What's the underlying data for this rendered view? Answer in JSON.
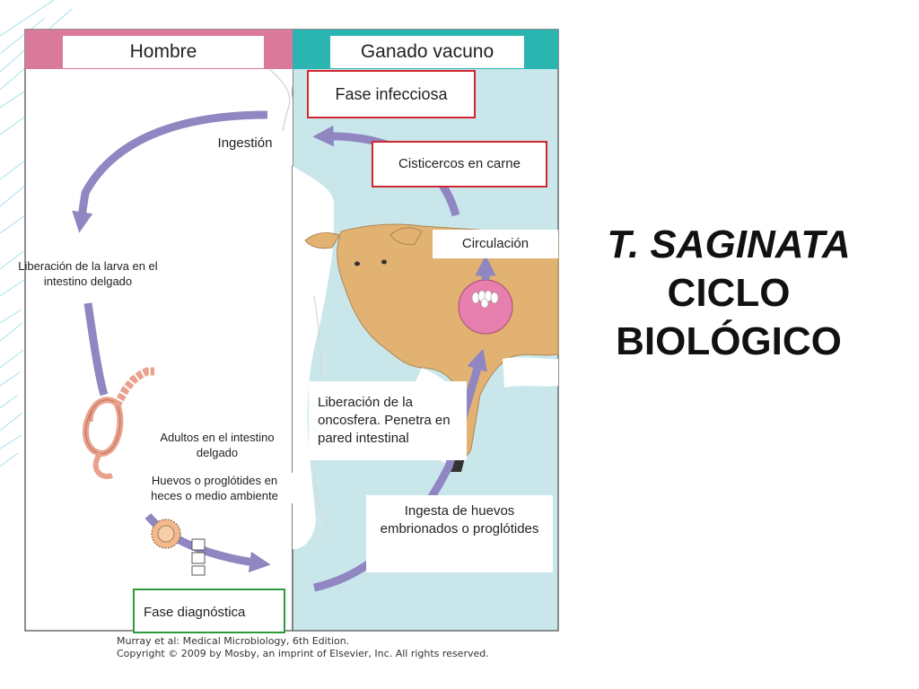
{
  "header": {
    "left": "Hombre",
    "right": "Ganado vacuno"
  },
  "labels": {
    "fase_infecciosa": "Fase infecciosa",
    "ingestion": "Ingestión",
    "cisticercos": "Cisticercos en carne",
    "circulacion": "Circulación",
    "liberacion_larva": "Liberación de la larva en el intestino delgado",
    "adultos": "Adultos en el intestino delgado",
    "huevos": "Huevos o proglótides en heces o medio ambiente",
    "oncosfera": "Liberación de la oncosfera. Penetra en pared intestinal",
    "ingesta_huevos": "Ingesta de huevos embrionados o proglótides",
    "fase_diagnostica": "Fase diagnóstica"
  },
  "title": {
    "line1": "T. SAGINATA",
    "line2": "CICLO",
    "line3": "BIOLÓGICO"
  },
  "credit": {
    "line1": "Murray et al: Medical Microbiology, 6th Edition.",
    "line2": "Copyright © 2009 by Mosby, an imprint of Elsevier, Inc. All rights reserved."
  },
  "colors": {
    "human_panel": "#ffffff",
    "cattle_panel": "#c9e7ea",
    "human_header": "#d97a9a",
    "cattle_header": "#2bb5b0",
    "arrow": "#8f86c2",
    "red_box": "#d0262e",
    "green_box": "#2e9b3a",
    "cow": "#e2b273"
  }
}
